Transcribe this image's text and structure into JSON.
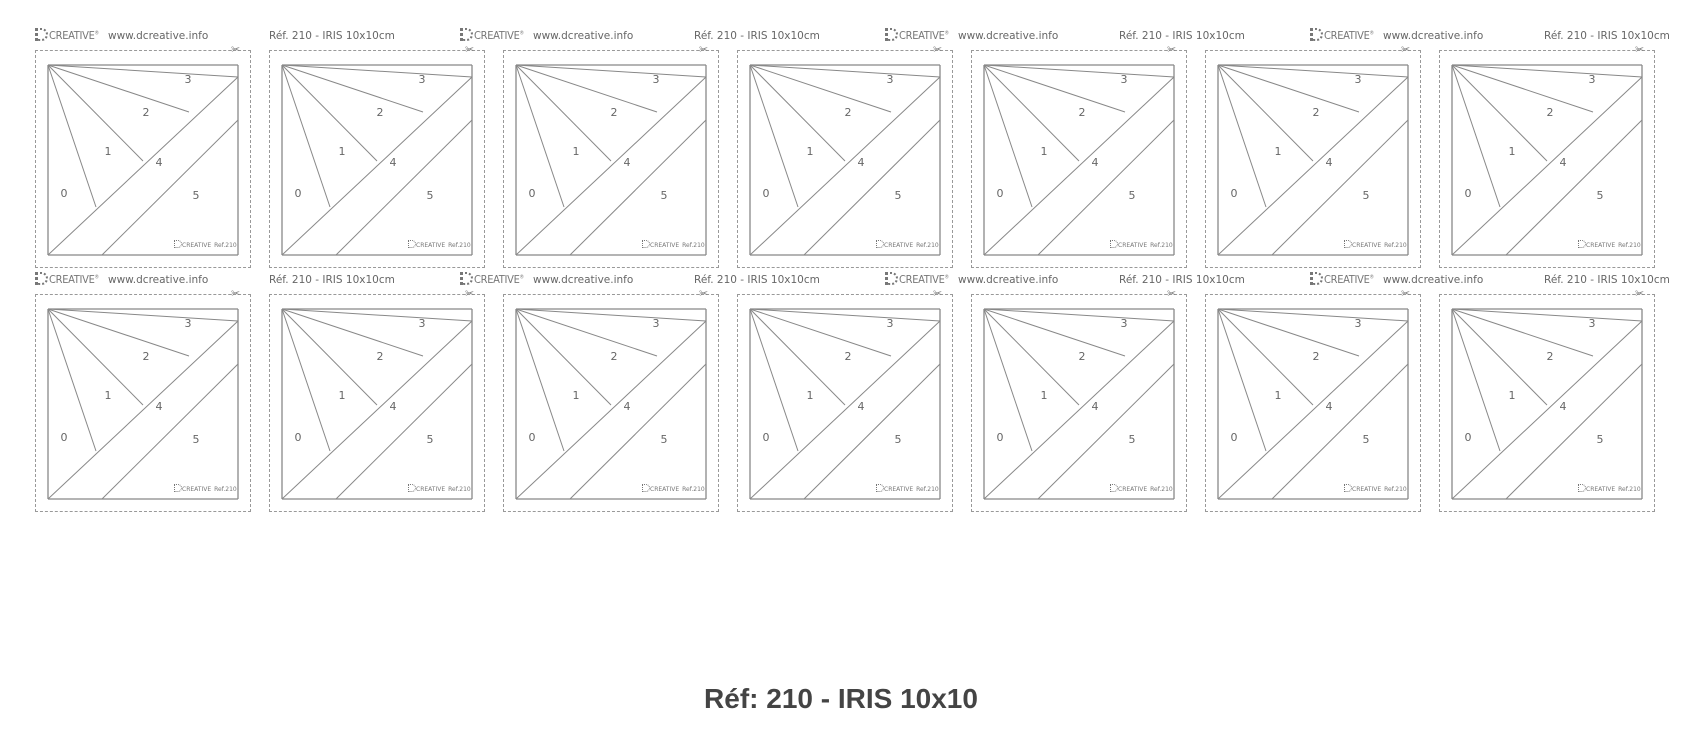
{
  "header": {
    "brand": "CREATIVE",
    "website": "www.dcreative.info",
    "reference": "Réf. 210 - IRIS 10x10cm"
  },
  "template": {
    "brand": "CREATIVE",
    "ref": "Ref.210",
    "section_numbers": [
      "0",
      "1",
      "2",
      "3",
      "4",
      "5"
    ]
  },
  "grid": {
    "rows": 2,
    "columns": 7
  },
  "colors": {
    "line": "#888888",
    "dash": "#999999",
    "title": "#444444"
  },
  "icons": {
    "cut_mark": "scissors-icon",
    "logo": "dcreative-logo-icon"
  },
  "footer": {
    "title": "Réf: 210 - IRIS 10x10"
  }
}
